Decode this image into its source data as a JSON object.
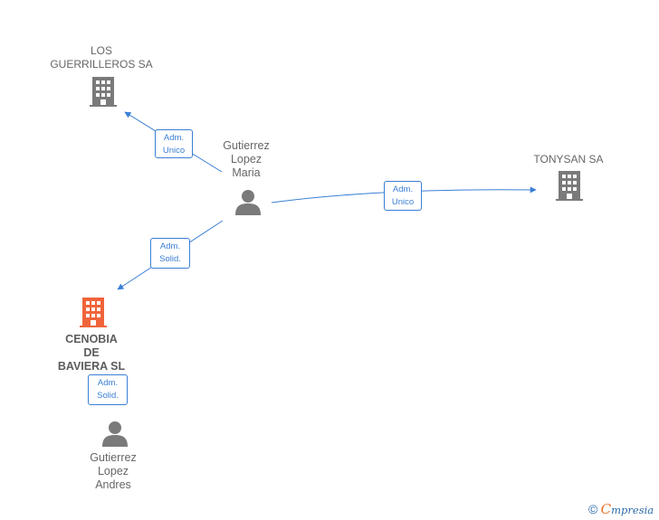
{
  "nodes": {
    "los_guerrilleros": {
      "lines": [
        "LOS",
        "GUERRILLEROS SA"
      ]
    },
    "gutierrez_maria": {
      "lines": [
        "Gutierrez",
        "Lopez",
        "Maria"
      ]
    },
    "tonysan": {
      "lines": [
        "TONYSAN SA"
      ]
    },
    "cenobia": {
      "lines": [
        "CENOBIA",
        "DE",
        "BAVIERA  SL"
      ]
    },
    "gutierrez_andres": {
      "lines": [
        "Gutierrez",
        "Lopez",
        "Andres"
      ]
    }
  },
  "edges": {
    "maria_to_guerrilleros": [
      "Adm.",
      "Unico"
    ],
    "maria_to_tonysan": [
      "Adm.",
      "Unico"
    ],
    "maria_to_cenobia": [
      "Adm.",
      "Solid."
    ],
    "andres_to_cenobia": [
      "Adm.",
      "Solid."
    ]
  },
  "colors": {
    "company": "#7a7a7a",
    "company_highlight": "#f0643a",
    "person": "#7a7a7a",
    "edge": "#3a7fd5"
  },
  "icons": {
    "company": "building-icon",
    "person": "person-icon"
  },
  "footer": {
    "copyright": "©",
    "brand_initial": "C",
    "brand_rest": "mpresia"
  }
}
